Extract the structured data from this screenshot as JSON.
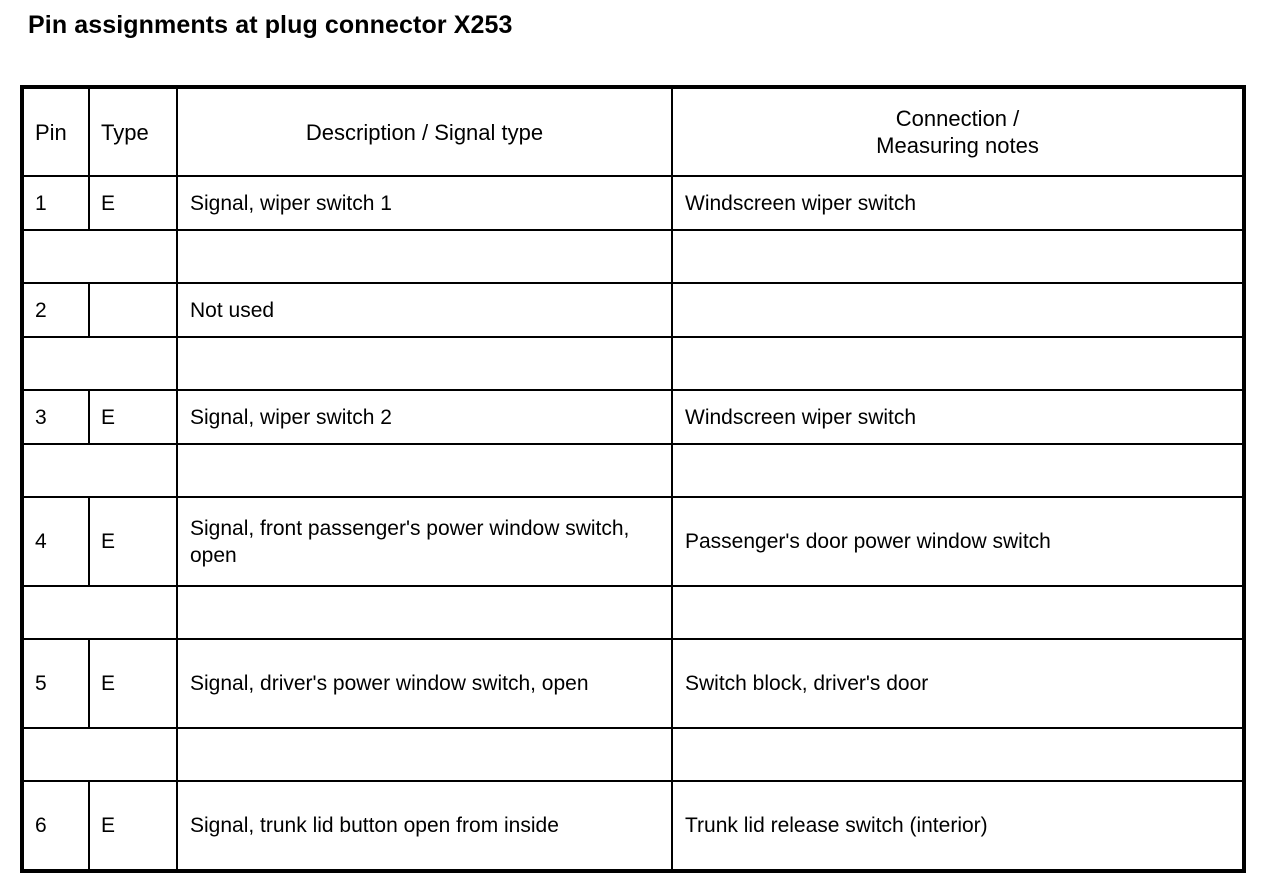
{
  "page": {
    "title": "Pin assignments at plug connector X253",
    "background_color": "#ffffff",
    "text_color": "#000000"
  },
  "table": {
    "headers": {
      "pin": "Pin",
      "type": "Type",
      "description": "Description / Signal type",
      "connection_line1": "Connection /",
      "connection_line2": "Measuring notes"
    },
    "rows": [
      {
        "pin": "1",
        "type": "E",
        "description": "Signal, wiper switch 1",
        "connection": "Windscreen wiper switch",
        "lines": 1
      },
      {
        "pin": "",
        "type": "",
        "description": "",
        "connection": "",
        "lines": 0
      },
      {
        "pin": "2",
        "type": "",
        "description": "Not used",
        "connection": "",
        "lines": 1
      },
      {
        "pin": "",
        "type": "",
        "description": "",
        "connection": "",
        "lines": 0
      },
      {
        "pin": "3",
        "type": "E",
        "description": "Signal, wiper switch 2",
        "connection": "Windscreen wiper switch",
        "lines": 1
      },
      {
        "pin": "",
        "type": "",
        "description": "",
        "connection": "",
        "lines": 0
      },
      {
        "pin": "4",
        "type": "E",
        "description": "Signal, front passenger's power window switch, open",
        "connection": "Passenger's door power window switch",
        "lines": 2
      },
      {
        "pin": "",
        "type": "",
        "description": "",
        "connection": "",
        "lines": 0
      },
      {
        "pin": "5",
        "type": "E",
        "description": "Signal, driver's power window switch, open",
        "connection": "Switch block, driver's door",
        "lines": 2
      },
      {
        "pin": "",
        "type": "",
        "description": "",
        "connection": "",
        "lines": 0
      },
      {
        "pin": "6",
        "type": "E",
        "description": "Signal, trunk lid button open from inside",
        "connection": "Trunk lid release switch (interior)",
        "lines": 2
      }
    ]
  }
}
